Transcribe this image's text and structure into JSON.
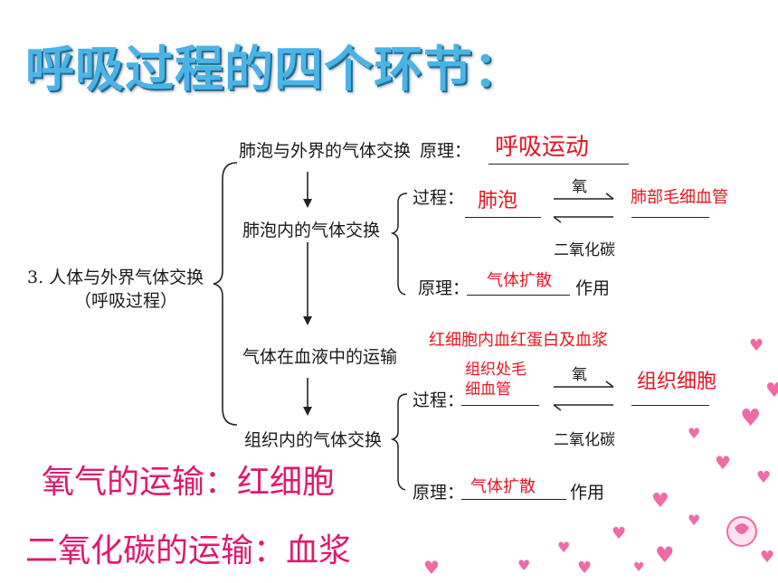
{
  "title": "呼吸过程的四个环节：",
  "diagram": {
    "root": "3. 人体与外界气体交换",
    "root_sub": "（呼吸过程）",
    "step1": "肺泡与外界的气体交换",
    "step2": "肺泡内的气体交换",
    "step3": "气体在血液中的运输",
    "step4": "组织内的气体交换",
    "principle_label": "原理：",
    "process_label": "过程：",
    "oxygen": "氧",
    "co2": "二氧化碳",
    "effect": "作用"
  },
  "answers": {
    "breathing_movement": "呼吸运动",
    "alveoli": "肺泡",
    "lung_capillaries": "肺部毛细血管",
    "diffusion_1": "气体扩散",
    "transport": "红细胞内血红蛋白及血浆",
    "tissue_capillaries_line1": "组织处毛",
    "tissue_capillaries_line2": "细血管",
    "tissue_cells": "组织细胞",
    "diffusion_2": "气体扩散"
  },
  "notes": {
    "oxygen_transport": "氧气的运输：红细胞",
    "co2_transport": "二氧化碳的运输：血浆"
  },
  "colors": {
    "title": "#4ab4e6",
    "answer_red": "#e8141e",
    "note_pink": "#e0196e",
    "heart_pink": "#f06aa6"
  }
}
